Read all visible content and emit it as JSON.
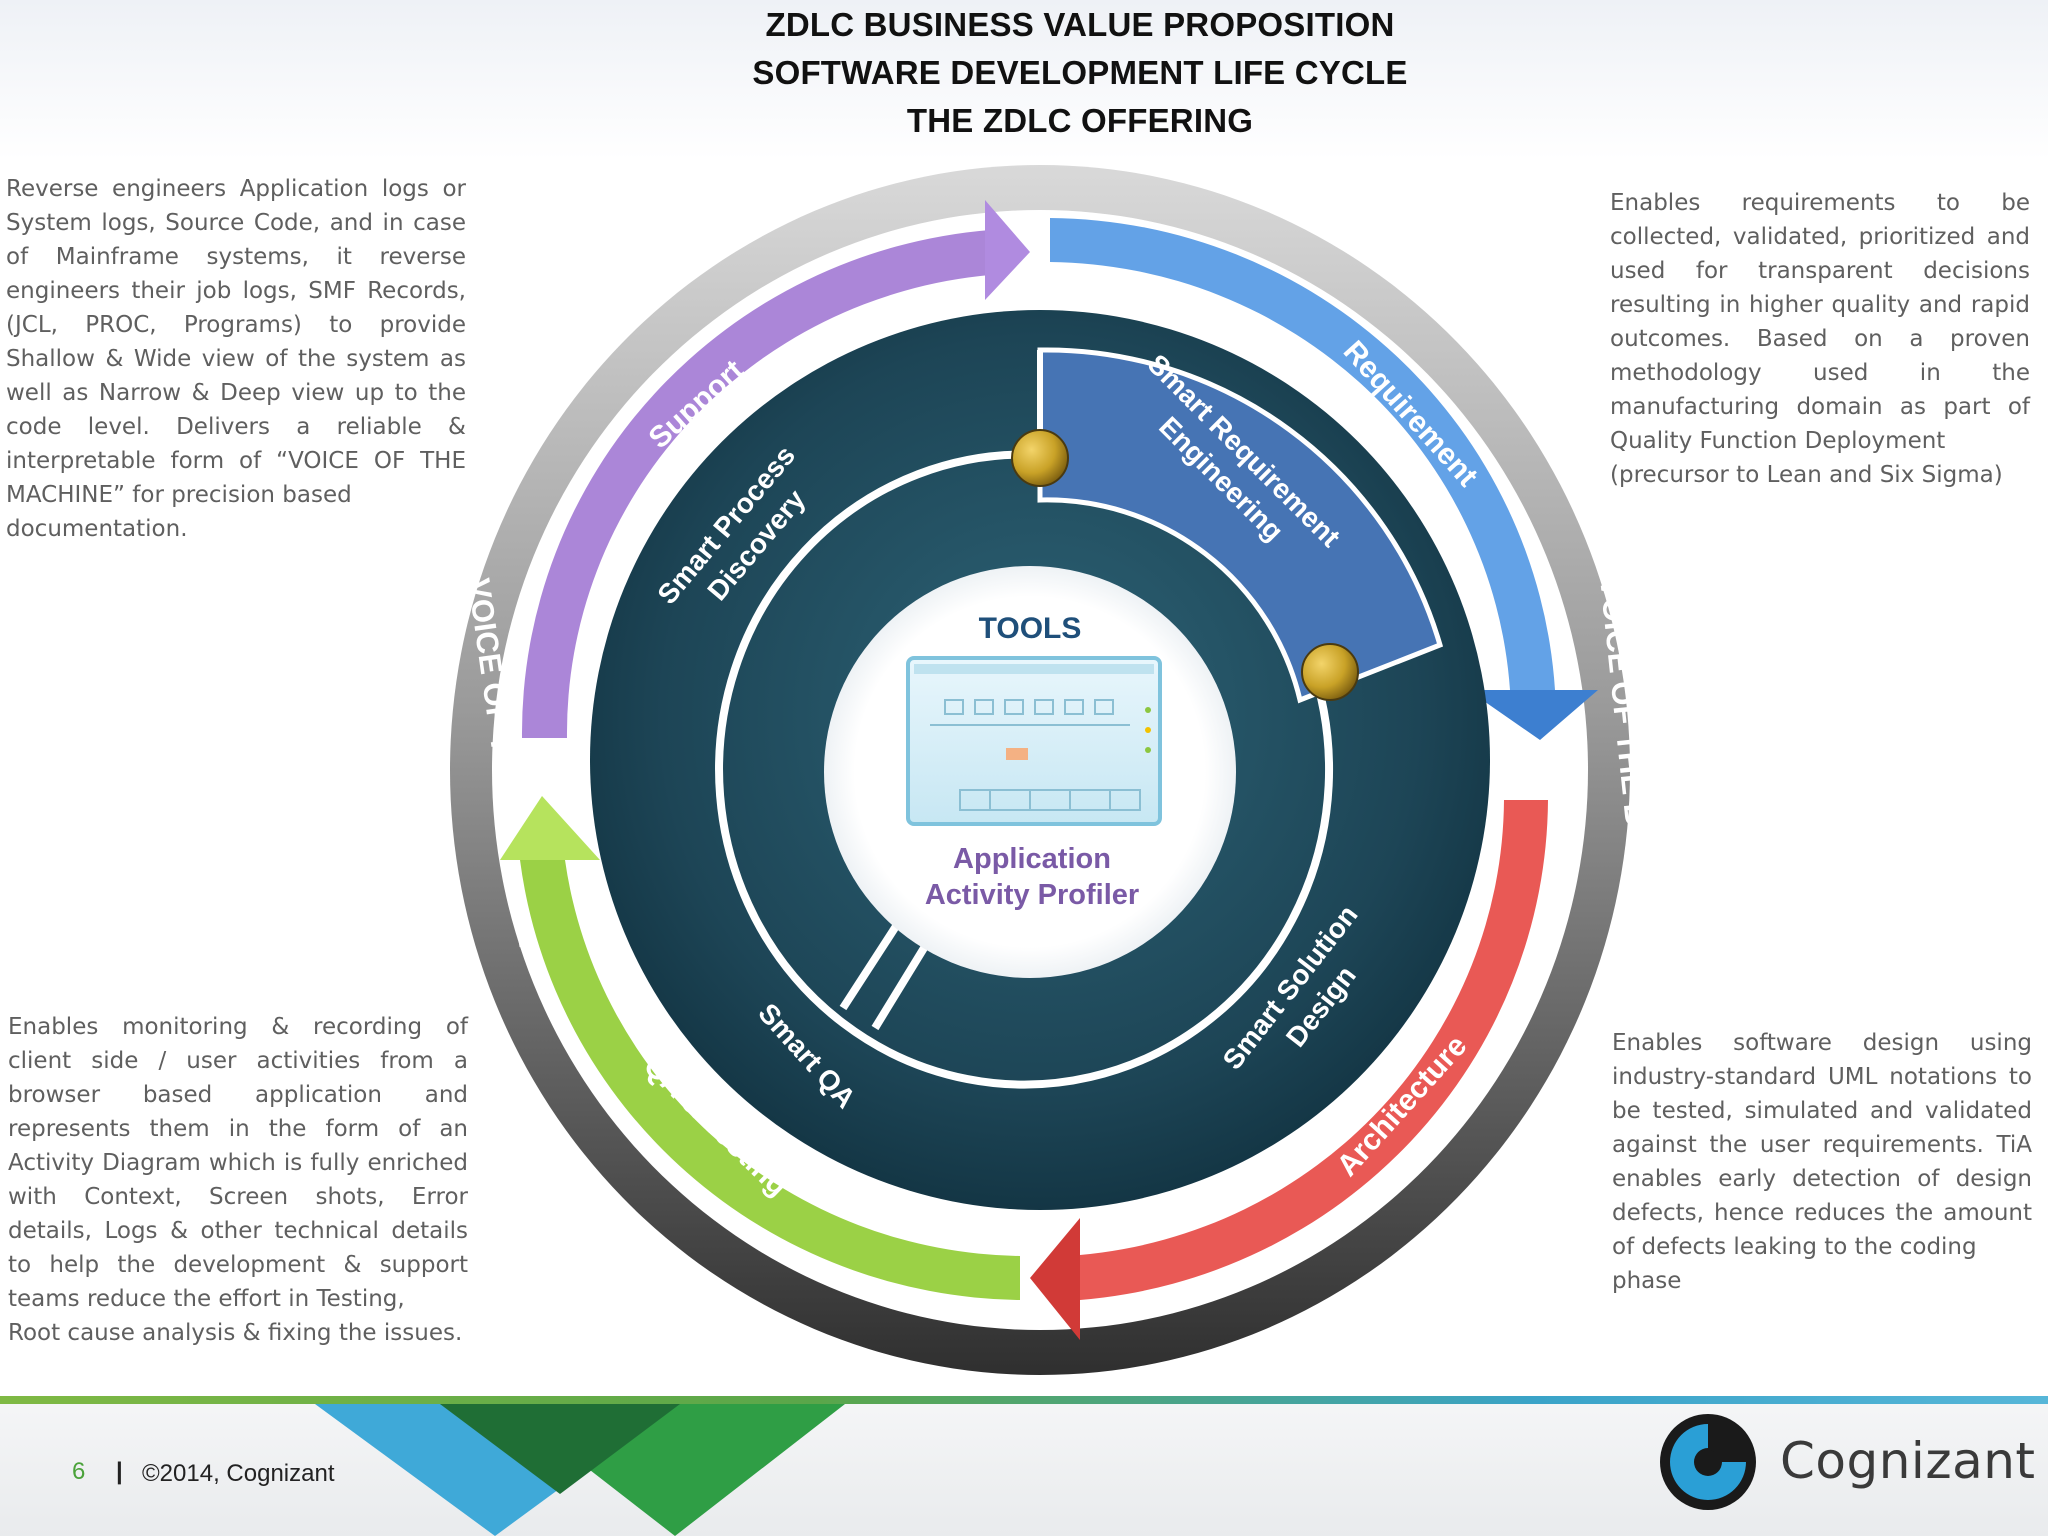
{
  "titles": {
    "line1": "ZDLC BUSINESS VALUE PROPOSITION",
    "line2": "SOFTWARE DEVELOPMENT LIFE CYCLE",
    "line3": "THE ZDLC OFFERING"
  },
  "descriptions": {
    "top_left": "Reverse engineers Application logs or System logs, Source Code, and in case of Mainframe systems, it reverse engineers their job logs, SMF Records, (JCL, PROC, Programs) to provide Shallow & Wide view of the system as well as Narrow & Deep view up to the code level. Delivers a reliable & interpretable form of “VOICE OF THE MACHINE” for precision based",
    "top_left_last": "documentation.",
    "top_right": "Enables requirements to be collected, validated, prioritized and used for transparent decisions resulting in higher quality and rapid outcomes. Based on a proven methodology used in the manufacturing domain as part of Quality Function Deployment",
    "top_right_last": "(precursor to Lean and Six  Sigma)",
    "bottom_left": "Enables monitoring & recording of client side / user activities from a browser based application and represents them in the form of an Activity Diagram which is fully enriched with Context, Screen shots, Error details, Logs & other technical details to help the development & support teams reduce the effort in Testing,",
    "bottom_left_last": "Root cause analysis & fixing the issues.",
    "bottom_right": "Enables  software design using industry-standard UML notations to be tested, simulated and validated against the user requirements. TiA enables early detection of design defects, hence reduces the amount of defects leaking to the coding",
    "bottom_right_last": "phase"
  },
  "diagram": {
    "outer_ring": {
      "left_label": "VOICE OF THE MACHINE",
      "right_label": "VOICE OF THE BUSINESS"
    },
    "arrows": [
      {
        "label": "Support",
        "color": "#a77fd6"
      },
      {
        "label": "Requirement",
        "color": "#5b9de6"
      },
      {
        "label": "Architecture",
        "color": "#e8504c"
      },
      {
        "label": "QA & Testing",
        "color": "#96cf3c"
      }
    ],
    "segments": {
      "process_discovery_line1": "Smart Process",
      "process_discovery_line2": "Discovery",
      "requirement_engineering_line1": "Smart Requirement",
      "requirement_engineering_line2": "Engineering",
      "solution_design_line1": "Smart Solution",
      "solution_design_line2": "Design",
      "qa": "Smart QA"
    },
    "center": {
      "heading": "TOOLS",
      "product_line1": "Application",
      "product_line2": "Activity Profiler"
    },
    "colors": {
      "disk": "#1d4556",
      "highlight_segment": "#4674b4",
      "knob": "#c9a227"
    }
  },
  "footer": {
    "page_number": "6",
    "separator": "|",
    "copyright": "©2014, Cognizant",
    "brand": "Cognizant"
  }
}
